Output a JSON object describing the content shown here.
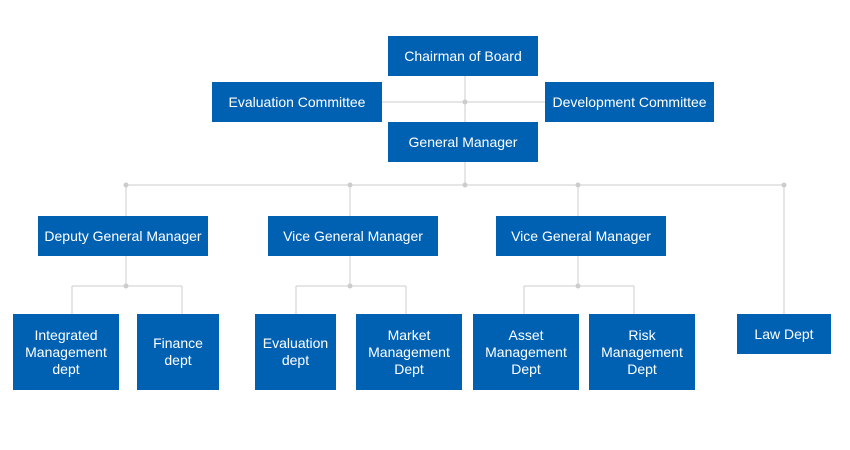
{
  "org_chart": {
    "chairman": "Chairman of Board",
    "evaluation_committee": "Evaluation Committee",
    "development_committee": "Development Committee",
    "general_manager": "General Manager",
    "deputy_general_manager": "Deputy General Manager",
    "vice_general_manager_1": "Vice General Manager",
    "vice_general_manager_2": "Vice General Manager",
    "integrated_management_dept": "Integrated\nManagement\ndept",
    "finance_dept": "Finance\ndept",
    "evaluation_dept": "Evaluation\ndept",
    "market_management_dept": "Market\nManagement\nDept",
    "asset_management_dept": "Asset\nManagement\nDept",
    "risk_management_dept": "Risk\nManagement\nDept",
    "law_dept": "Law Dept"
  },
  "colors": {
    "box_fill": "#0061b3",
    "box_text": "#ffffff",
    "connector": "#cccccc"
  }
}
